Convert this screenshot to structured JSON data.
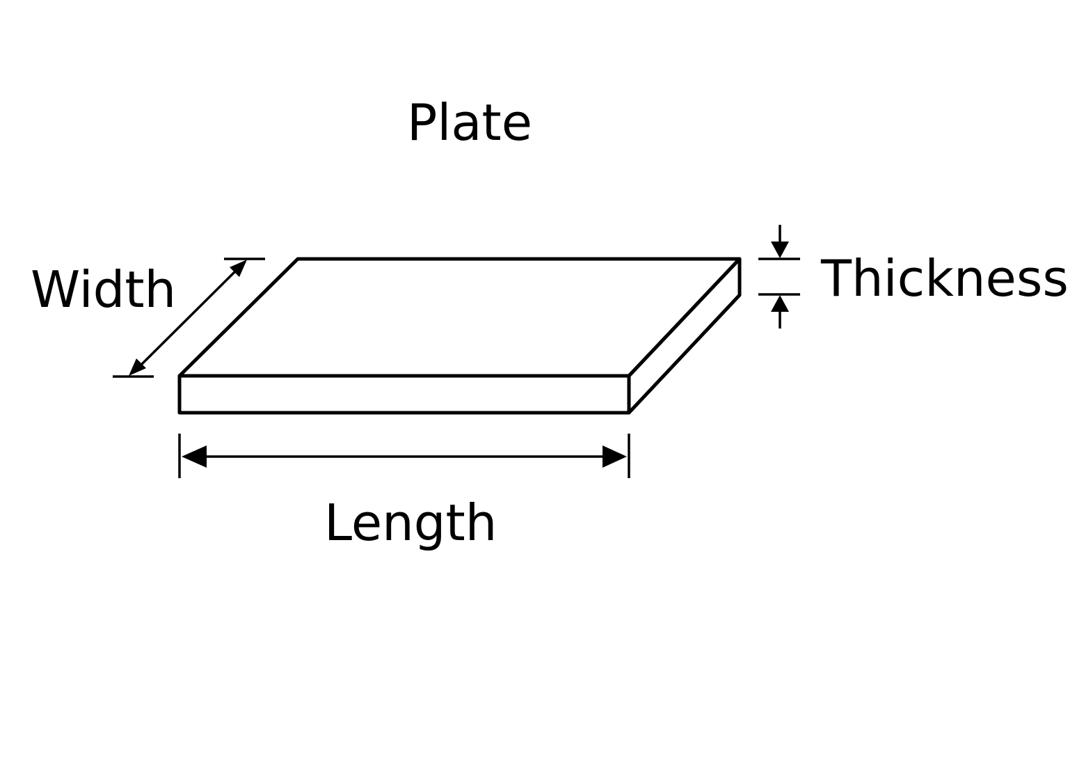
{
  "title": "Plate",
  "labels": {
    "width": "Width",
    "length": "Length",
    "thickness": "Thickness"
  },
  "colors": {
    "stroke": "#000000",
    "background": "#ffffff"
  }
}
